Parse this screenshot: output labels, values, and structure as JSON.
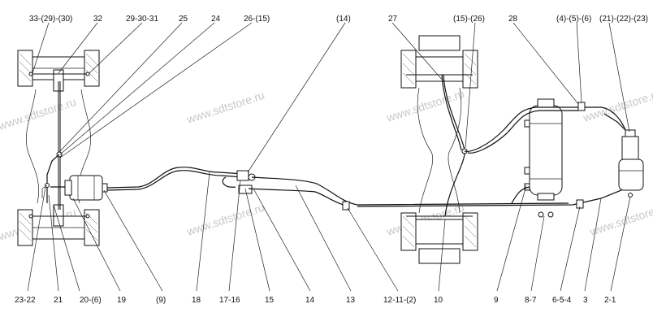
{
  "watermark": "www.sdtstore.ru",
  "labels_top": [
    "33-(29)-(30)",
    "32",
    "29-30-31",
    "25",
    "24",
    "26-(15)",
    "(14)",
    "27",
    "(15)-(26)",
    "28",
    "(4)-(5)-(6)",
    "(21)-(22)-(23)"
  ],
  "labels_bottom": [
    "23-22",
    "21",
    "20-(6)",
    "19",
    "(9)",
    "18",
    "17-16",
    "15",
    "14",
    "13",
    "12-11-(2)",
    "10",
    "9",
    "8-7",
    "6-5-4",
    "3",
    "2-1"
  ]
}
